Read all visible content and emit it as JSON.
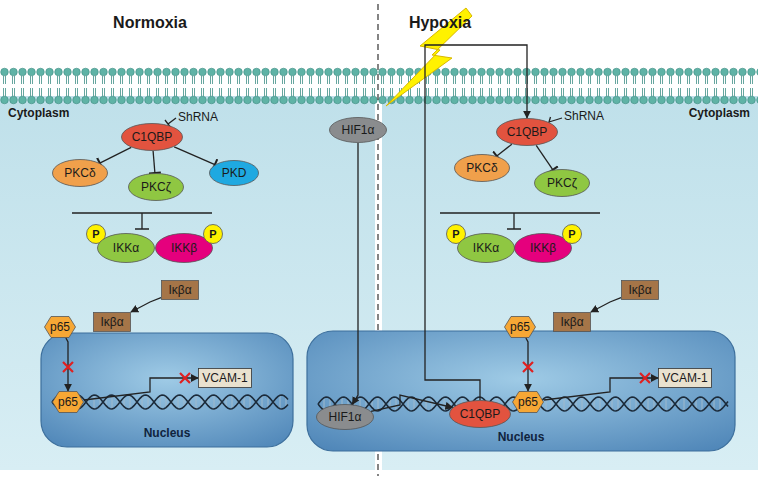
{
  "diagram": {
    "nodes": [
      {
        "text": [
          "C1QBP"
        ]
      },
      {
        "text": [
          "PKCδ"
        ]
      },
      {
        "text": [
          "PKCζ"
        ]
      },
      {
        "text": [
          "PKD"
        ]
      },
      {
        "text": [
          "P"
        ]
      },
      {
        "text": [
          "IKKα"
        ]
      },
      {
        "text": [
          "IKKβ"
        ]
      },
      {
        "text": [
          "P"
        ]
      },
      {
        "text": [
          "Iκβα"
        ]
      },
      {
        "text": [
          "p65"
        ]
      },
      {
        "text": [
          "Iκβα"
        ]
      },
      {
        "text": [
          "Nucleus"
        ]
      },
      {
        "text": [
          "p65"
        ],
        "in": 11
      },
      {
        "text": [
          "VCAM-1"
        ],
        "in": 11
      },
      {
        "text": [
          "HIF1α"
        ]
      },
      {
        "text": [
          "C1QBP"
        ]
      },
      {
        "text": [
          "PKCδ"
        ]
      },
      {
        "text": [
          "PKCζ"
        ]
      },
      {
        "text": [
          "P"
        ]
      },
      {
        "text": [
          "IKKα"
        ]
      },
      {
        "text": [
          "IKKβ"
        ]
      },
      {
        "text": [
          "P"
        ]
      },
      {
        "text": [
          "Iκβα"
        ]
      },
      {
        "text": [
          "p65"
        ]
      },
      {
        "text": [
          "Iκβα"
        ]
      },
      {
        "text": [
          "Nucleus"
        ]
      },
      {
        "text": [
          "HIF1α"
        ],
        "in": 25
      },
      {
        "text": [
          "C1QBP"
        ],
        "in": 25
      },
      {
        "text": [
          "p65"
        ],
        "in": 25
      },
      {
        "text": [
          "VCAM-1"
        ],
        "in": 25
      }
    ],
    "edges": [
      {
        "from": 0,
        "to": 1,
        "arrow": "to"
      },
      {
        "from": 0,
        "to": 2,
        "arrow": "to"
      },
      {
        "from": 0,
        "to": 3,
        "arrow": "to"
      },
      {
        "from": 8,
        "to": 10,
        "arrow": "to"
      },
      {
        "from": 9,
        "to": 12,
        "arrow": "to"
      },
      {
        "from": 12,
        "to": 13,
        "arrow": "to"
      },
      {
        "from": 14,
        "to": 26,
        "arrow": "to"
      },
      {
        "from": 26,
        "to": 27,
        "arrow": "to"
      },
      {
        "from": 27,
        "to": 15,
        "arrow": "to"
      },
      {
        "from": 15,
        "to": 16,
        "arrow": "to"
      },
      {
        "from": 15,
        "to": 17,
        "arrow": "to"
      },
      {
        "from": 22,
        "to": 24,
        "arrow": "to"
      },
      {
        "from": 23,
        "to": 28,
        "arrow": "to"
      },
      {
        "from": 28,
        "to": 29,
        "arrow": "to"
      }
    ],
    "labels": [
      "Normoxia",
      "Hypoxia",
      "Cytoplasm",
      "Cytoplasm",
      "ShRNA",
      "ShRNA"
    ]
  }
}
